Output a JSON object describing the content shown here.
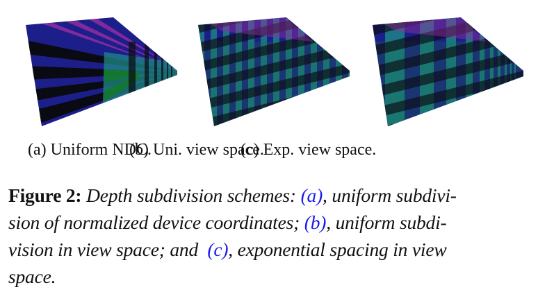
{
  "figure": {
    "panels": [
      {
        "id": "a",
        "label": "(a)",
        "title": "Uniform NDC.",
        "description": "Rendered slab with radial stripes; depth slices uniform in normalized device coordinates (few large slices far, very dense near back)"
      },
      {
        "id": "b",
        "label": "(b)",
        "title": "Uni. view space.",
        "description": "Rendered slab with checker pattern; depth slices uniform in view space"
      },
      {
        "id": "c",
        "label": "(c)",
        "title": "Exp. view space.",
        "description": "Rendered slab with checker pattern; depth slices exponentially spaced in view space"
      }
    ],
    "colors": {
      "blue": "#1c1f8a",
      "black": "#0a0a12",
      "teal": "#1f8a86",
      "green": "#137a2a",
      "magenta": "#9a2ea0",
      "ref_link": "#1a1aee"
    },
    "caption": {
      "label": "Figure 2:",
      "lines": [
        {
          "pre": " Depth subdivision schemes: ",
          "ref": "(a)",
          "post": ", uniform subdivi-"
        },
        {
          "pre": "sion of normalized device coordinates; ",
          "ref": "(b)",
          "post": ", uniform subdi-"
        },
        {
          "pre": "vision in view space; and  ",
          "ref": "(c)",
          "post": ", exponential spacing in view"
        },
        {
          "pre": "space.",
          "ref": "",
          "post": ""
        }
      ]
    }
  }
}
